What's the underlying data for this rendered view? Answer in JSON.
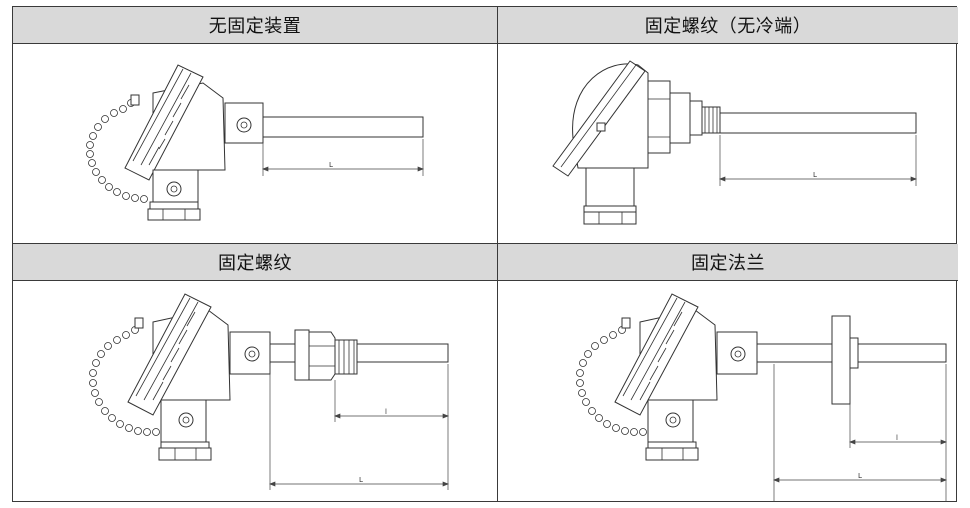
{
  "panels": [
    {
      "title": "无固定装置",
      "dim_labels": [
        "L"
      ]
    },
    {
      "title": "固定螺纹（无冷端）",
      "dim_labels": [
        "L"
      ]
    },
    {
      "title": "固定螺纹",
      "dim_labels": [
        "l",
        "L"
      ]
    },
    {
      "title": "固定法兰",
      "dim_labels": [
        "l",
        "L"
      ]
    }
  ]
}
